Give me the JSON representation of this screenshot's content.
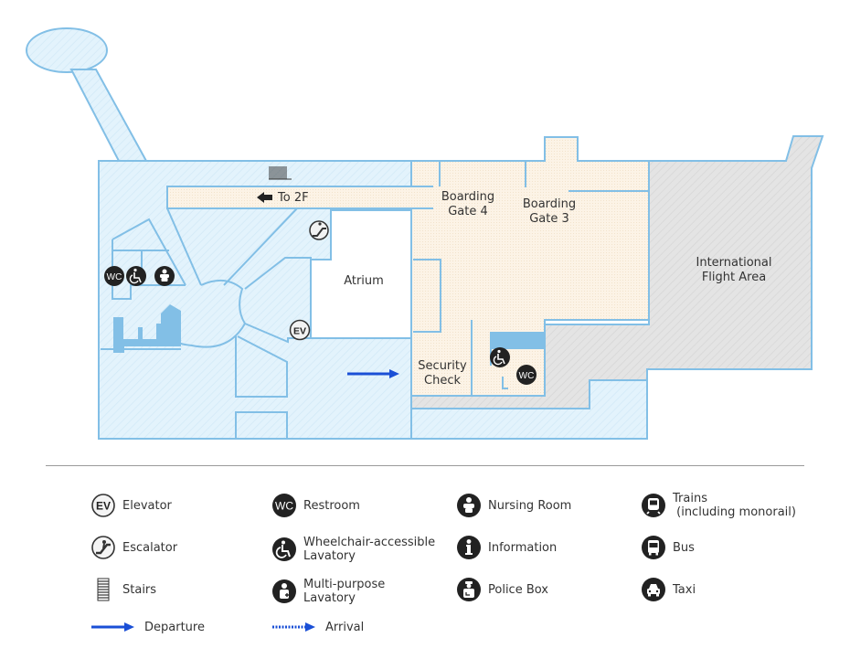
{
  "map": {
    "labels": {
      "to_2f": "To 2F",
      "atrium": "Atrium",
      "boarding_gate_4": "Boarding\nGate 4",
      "boarding_gate_3": "Boarding\nGate 3",
      "international_flight_area": "International\nFlight Area",
      "security_check": "Security\nCheck"
    },
    "icons": {
      "ev": "EV",
      "wc": "WC"
    },
    "colors": {
      "domestic_area": "#e3f3fc",
      "outline": "#82bfe6",
      "boarding_area": "#fbf0e0",
      "international_area": "#e2e2e2",
      "restroom_block": "#82bfe6",
      "departure_arrow": "#1a4fd6",
      "icon_dark": "#222222"
    }
  },
  "legend": {
    "items": [
      {
        "icon": "elevator-icon",
        "glyph": "EV",
        "label": "Elevator"
      },
      {
        "icon": "escalator-icon",
        "label": "Escalator"
      },
      {
        "icon": "stairs-icon",
        "label": "Stairs"
      },
      {
        "icon": "restroom-icon",
        "glyph": "WC",
        "label": "Restroom"
      },
      {
        "icon": "wheelchair-icon",
        "label": "Wheelchair-accessible\nLavatory"
      },
      {
        "icon": "multipurpose-lavatory-icon",
        "label": "Multi-purpose\nLavatory"
      },
      {
        "icon": "nursing-room-icon",
        "label": "Nursing Room"
      },
      {
        "icon": "information-icon",
        "label": "Information"
      },
      {
        "icon": "police-box-icon",
        "label": "Police Box"
      },
      {
        "icon": "train-icon",
        "label": "Trains\n (including monorail)"
      },
      {
        "icon": "bus-icon",
        "label": "Bus"
      },
      {
        "icon": "taxi-icon",
        "label": "Taxi"
      }
    ],
    "departure": "Departure",
    "arrival": "Arrival"
  }
}
